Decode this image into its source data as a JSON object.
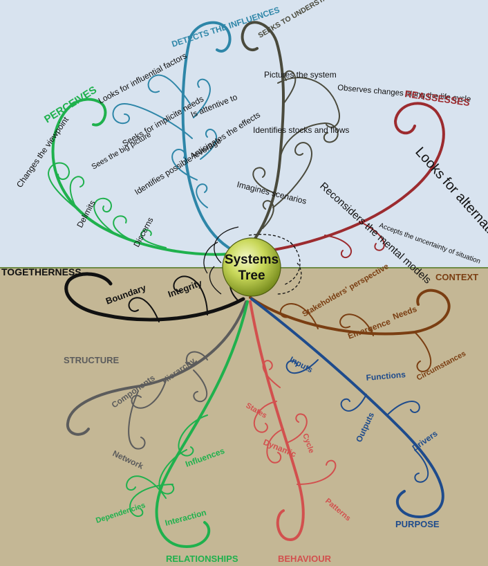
{
  "center": {
    "line1": "Systems",
    "line2": "Tree"
  },
  "colors": {
    "sky": "#d8e3ef",
    "ground": "#c4b795",
    "horizon": "#6e8a45",
    "perceives": "#1fb14d",
    "influences": "#2e86a8",
    "understand": "#4a4a3c",
    "reassesses": "#9c2b2f",
    "togetherness": "#111111",
    "context": "#7a3e12",
    "structure": "#5c5c5c",
    "relationships": "#1fb14d",
    "behaviour": "#d2504e",
    "purpose": "#1e4b8c"
  },
  "upper": {
    "perceives": {
      "title": "PERCEIVES",
      "items": [
        "Changes the viewpoint",
        "Sees the big picture",
        "Delimits",
        "Discerns"
      ]
    },
    "influences": {
      "title": "DETECTS THE INFLUENCES",
      "items": [
        "Looks for influential factors",
        "Seeks for implicite needs",
        "Identifies possible leverage",
        "Is attentive to",
        "Anticipates the effects"
      ]
    },
    "understand": {
      "title": "SEEKS TO UNDERSTAND THE SYSTEM",
      "items": [
        "Pictures the system",
        "Identifies stocks and flows",
        "Imagines scenarios",
        "Observes changes along the life cycle"
      ]
    },
    "reassesses": {
      "title": "REASSESSES",
      "items": [
        "Looks for alternatives",
        "Reconsiders the mental models",
        "Accepts the uncertainty of situation"
      ]
    }
  },
  "lower": {
    "togetherness": {
      "title": "TOGETHERNESS",
      "items": [
        "Boundary",
        "Integrity"
      ]
    },
    "context": {
      "title": "CONTEXT",
      "items": [
        "Stakeholders' perspective",
        "Emergence",
        "Needs",
        "Circumstances"
      ]
    },
    "structure": {
      "title": "STRUCTURE",
      "items": [
        "Components",
        "Hierarchy",
        "Network"
      ]
    },
    "relationships": {
      "title": "RELATIONSHIPS",
      "items": [
        "Influences",
        "Dependencies",
        "Interaction"
      ]
    },
    "behaviour": {
      "title": "BEHAVIOUR",
      "items": [
        "States",
        "Dynamic",
        "Cycle",
        "Patterns"
      ]
    },
    "purpose": {
      "title": "PURPOSE",
      "items": [
        "Inputs",
        "Functions",
        "Outputs",
        "Drivers"
      ]
    }
  }
}
